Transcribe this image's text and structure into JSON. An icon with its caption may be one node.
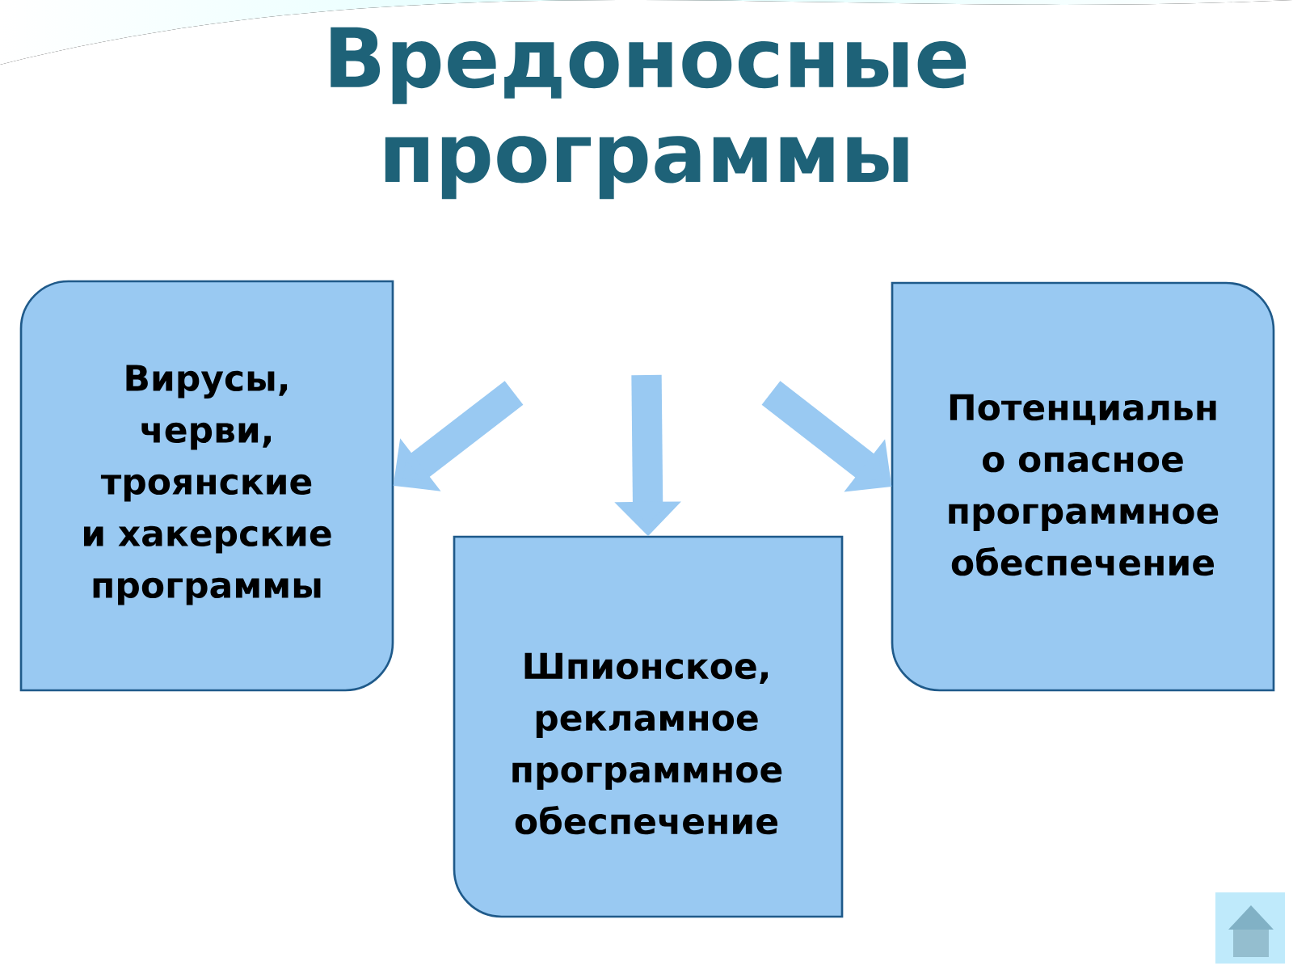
{
  "diagram": {
    "title": "Вредоносные программы",
    "nodes": [
      {
        "text": [
          "Вирусы, черви, троянские и хакерские программы"
        ]
      },
      {
        "text": [
          "Шпионское, рекламное программное обеспечение"
        ]
      },
      {
        "text": [
          "Потенциальн о опасное программное обеспечение"
        ]
      }
    ],
    "edges": [
      {
        "from": null,
        "to": 0,
        "arrow": "to"
      },
      {
        "from": null,
        "to": 1,
        "arrow": "to"
      },
      {
        "from": null,
        "to": 2,
        "arrow": "to"
      }
    ]
  }
}
